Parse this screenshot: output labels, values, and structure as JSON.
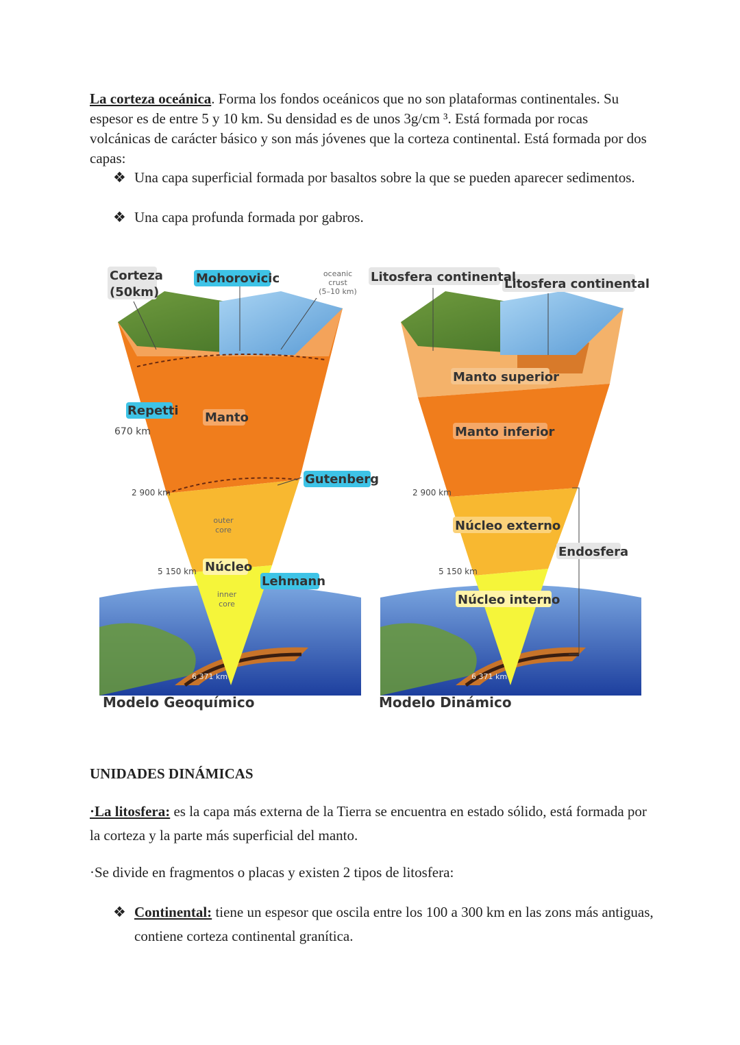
{
  "intro": {
    "title": "La corteza oceánica",
    "text": ". Forma los fondos oceánicos que no son plataformas continentales. Su espesor es de entre 5 y 10 km. Su densidad es de unos 3g/cm ³. Está formada por rocas volcánicas de carácter básico y son más jóvenes que la corteza continental. Está formada por dos capas:",
    "bullets": [
      "Una capa superficial formada por basaltos sobre la que se pueden aparecer sedimentos.",
      "Una capa profunda formada por gabros."
    ],
    "bullet_symbol": "❖"
  },
  "figure": {
    "left": {
      "caption": "Modelo Geoquímico",
      "corteza_1": "Corteza",
      "corteza_2": "(50km)",
      "mohorovicic": "Mohorovicic",
      "oceanic_1": "oceanic",
      "oceanic_2": "crust",
      "oceanic_3": "(5–10 km)",
      "repetti": "Repetti",
      "km670": "670 km",
      "manto": "Manto",
      "gutenberg": "Gutenberg",
      "km2900": "2 900 km",
      "outer_1": "outer",
      "outer_2": "core",
      "km5150": "5 150 km",
      "nucleo": "Núcleo",
      "lehmann": "Lehmann",
      "inner_1": "inner",
      "inner_2": "core",
      "km6371": "6 371 km"
    },
    "right": {
      "caption": "Modelo Dinámico",
      "lito1": "Litosfera continental",
      "lito2": "Litosfera continental",
      "manto_sup": "Manto superior",
      "manto_inf": "Manto inferior",
      "km2900": "2 900 km",
      "nuc_ext": "Núcleo externo",
      "endosfera": "Endosfera",
      "km5150": "5 150 km",
      "nuc_int": "Núcleo interno",
      "km6371": "6 371 km"
    }
  },
  "section": {
    "heading": "UNIDADES DINÁMICAS",
    "lito_title": "·La litosfera:",
    "lito_text": " es la capa más externa de la Tierra se encuentra en estado sólido, está formada por la corteza y la parte más superficial del manto.",
    "divide_text": "·Se divide en fragmentos o placas y existen 2 tipos de litosfera:",
    "bullet_title": "Continental:",
    "bullet_text": " tiene un espesor que oscila entre los 100 a 300 km en las zons más antiguas, contiene corteza continental granítica."
  }
}
